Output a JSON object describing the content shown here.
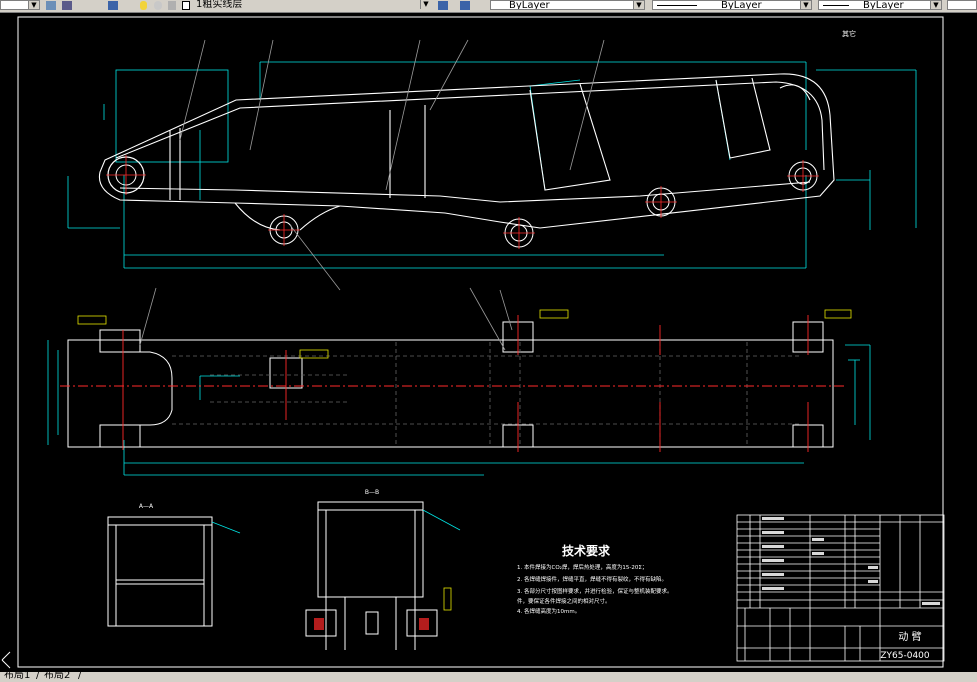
{
  "toolbar": {
    "layer_name": "1粗实线层",
    "color_value": "ByLayer",
    "linetype_value": "ByLayer",
    "lineweight_value": "ByLayer"
  },
  "drawing": {
    "corner_note": "其它",
    "section_a_label": "A—A",
    "section_b_label": "B—B",
    "tech_title": "技术要求",
    "tech_notes": [
      "1. 本件焊接为CO₂焊，焊后热处理，高度为15-20Σ；",
      "2. 各焊缝焊接件，焊缝平直，焊缝不得有裂纹，不得有缺陷。",
      "3. 各部分尺寸按图样要求，并进行检验，保证与整机装配要求。",
      "   件，要保证各件焊接之间的相对尺寸。",
      "4. 各焊缝高度为10mm。"
    ],
    "title_block": {
      "part_name": "动  臂",
      "drawing_no": "ZY65-0400"
    }
  },
  "layout_tabs": {
    "tab1": "布局1",
    "tab2": "布局2"
  },
  "colors": {
    "background": "#000000",
    "outline": "#ffffff",
    "dimension": "#00e5e5",
    "centerline": "#ff2a2a",
    "leader": "#9a9a9a",
    "callout": "#e6e600",
    "toolbar": "#d4d0c8"
  }
}
